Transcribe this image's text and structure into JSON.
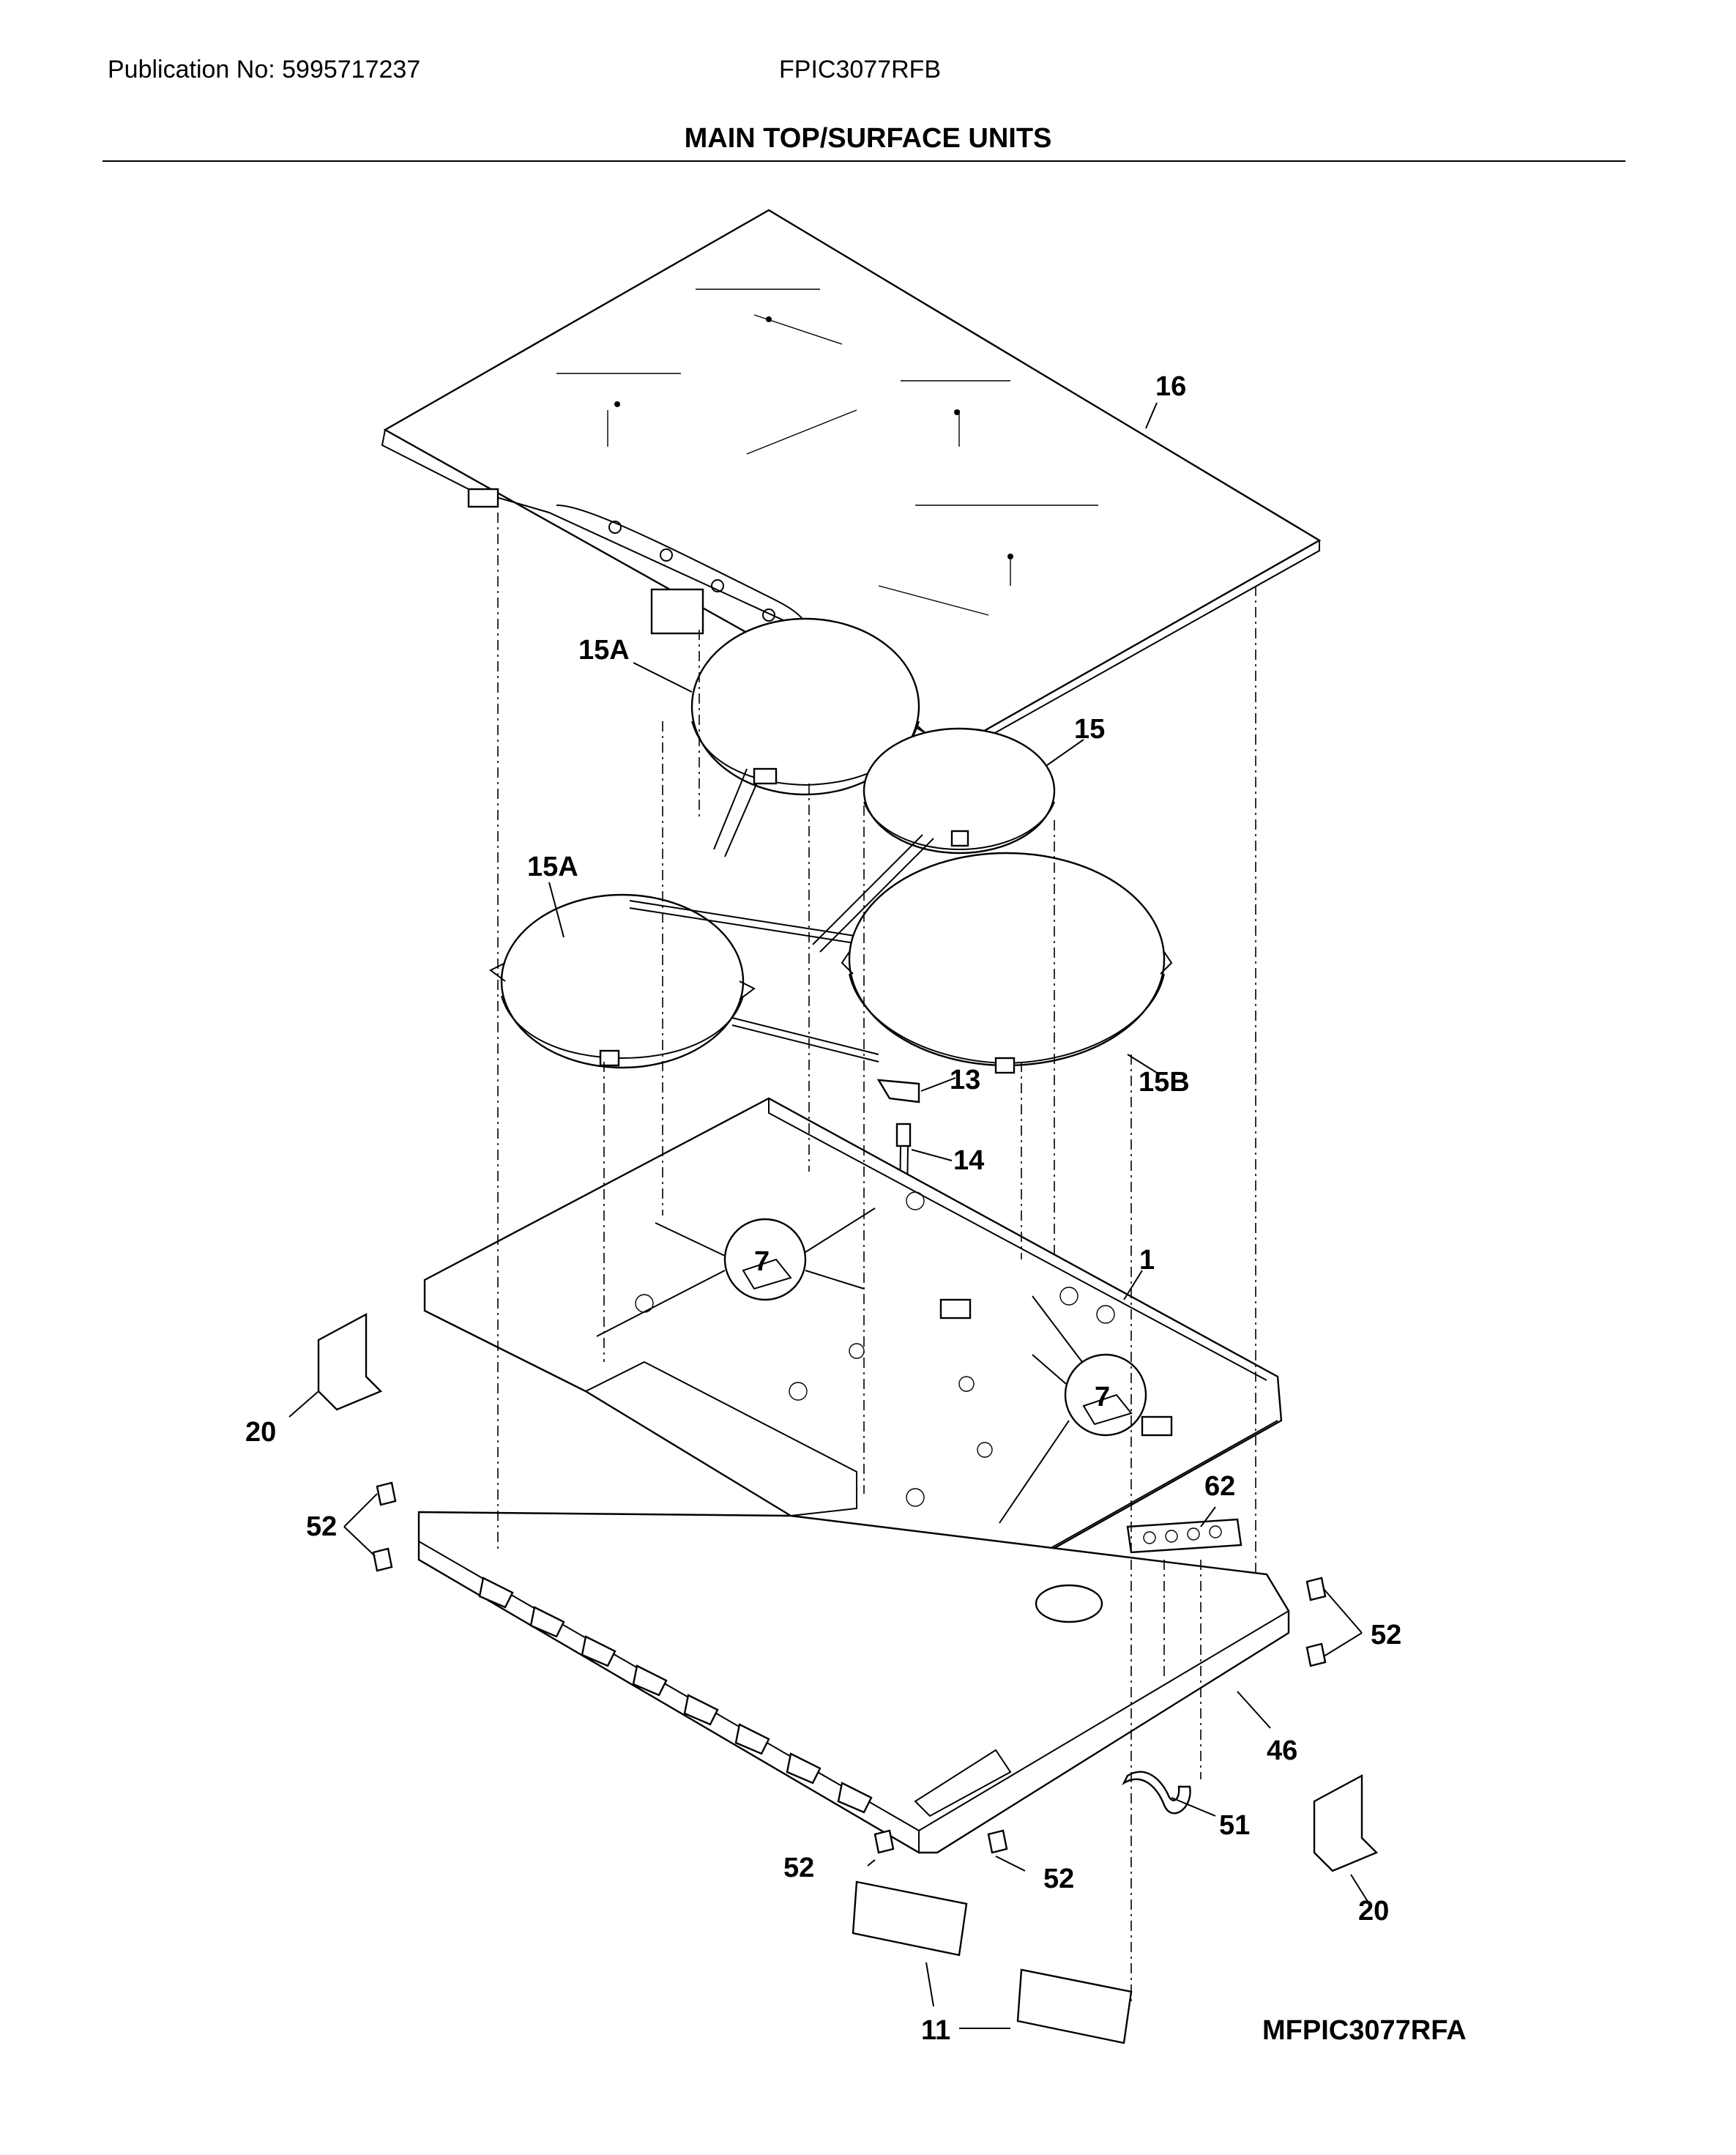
{
  "header": {
    "publication": "Publication No: 5995717237",
    "model": "FPIC3077RFB",
    "section_title": "MAIN TOP/SURFACE UNITS"
  },
  "callouts": {
    "c16": "16",
    "c15A_top": "15A",
    "c15": "15",
    "c15A_left": "15A",
    "c15B": "15B",
    "c13": "13",
    "c14": "14",
    "c7_left": "7",
    "c1": "1",
    "c7_right": "7",
    "c20_left": "20",
    "c62": "62",
    "c52_left": "52",
    "c52_right": "52",
    "c46": "46",
    "c51": "51",
    "c52_bottom_left": "52",
    "c52_bottom_right": "52",
    "c20_right": "20",
    "c11": "11"
  },
  "footer": {
    "diagram_code": "MFPIC3077RFA"
  }
}
